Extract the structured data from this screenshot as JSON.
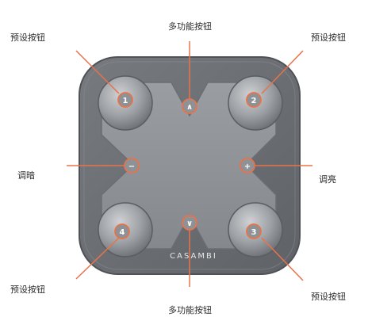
{
  "labels": {
    "top": "多功能按钮",
    "bottom": "多功能按钮",
    "top_left": "预设按钮",
    "top_right": "预设按钮",
    "bottom_left": "预设按钮",
    "bottom_right": "预设按钮",
    "left": "调暗",
    "right": "调亮"
  },
  "device": {
    "brand": "CASAMBI",
    "buttons": {
      "preset_1": "1",
      "preset_2": "2",
      "preset_3": "3",
      "preset_4": "4",
      "up": "∧",
      "down": "∨",
      "dim_down": "−",
      "dim_up": "+"
    }
  },
  "colors": {
    "accent": "#e8734a",
    "device_body": "#6c6f74",
    "device_face": "#8a8d92",
    "button_dome": "#9ea1a5",
    "text": "#2b2b2b"
  }
}
